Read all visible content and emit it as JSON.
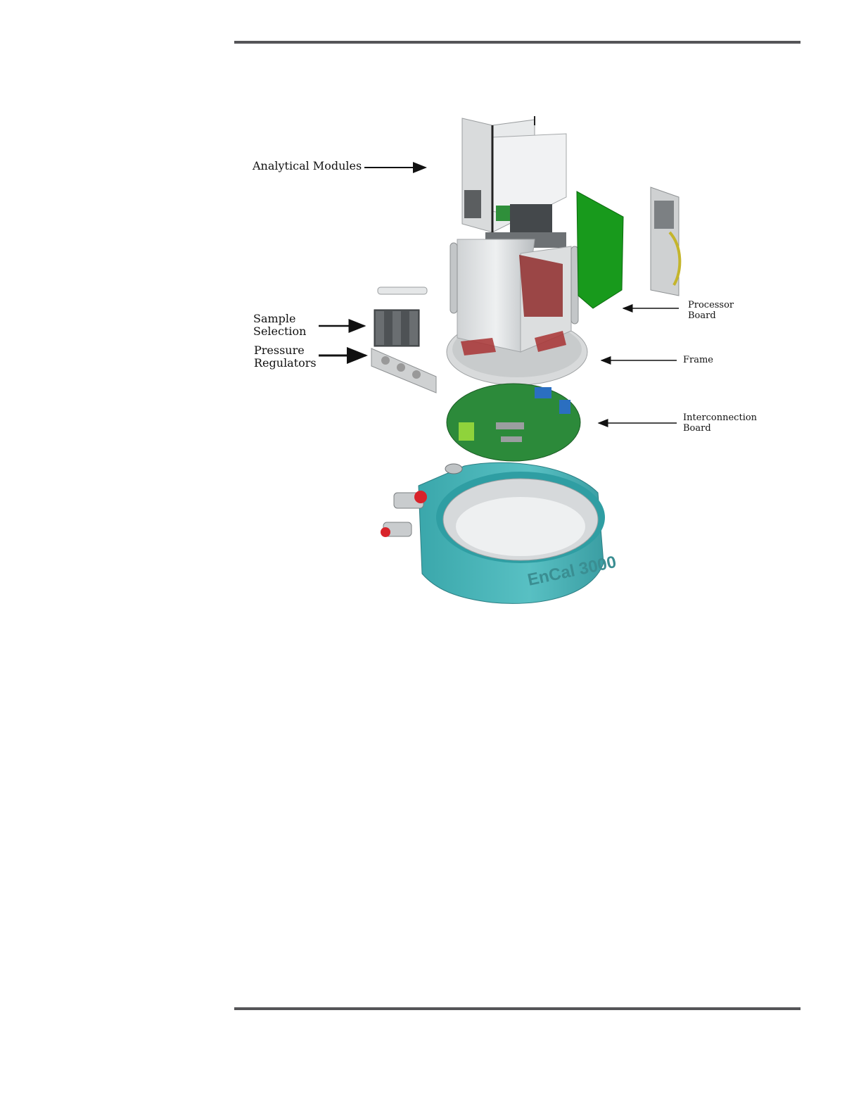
{
  "figure": {
    "logo_text": "EnCal 3000",
    "callouts": {
      "analytical_modules": "Analytical Modules",
      "sample_selection": "Sample\nSelection",
      "pressure_regulators": "Pressure\nRegulators",
      "processor_board": "Processor\nBoard",
      "frame": "Frame",
      "interconnection_board": "Interconnection\nBoard"
    }
  }
}
